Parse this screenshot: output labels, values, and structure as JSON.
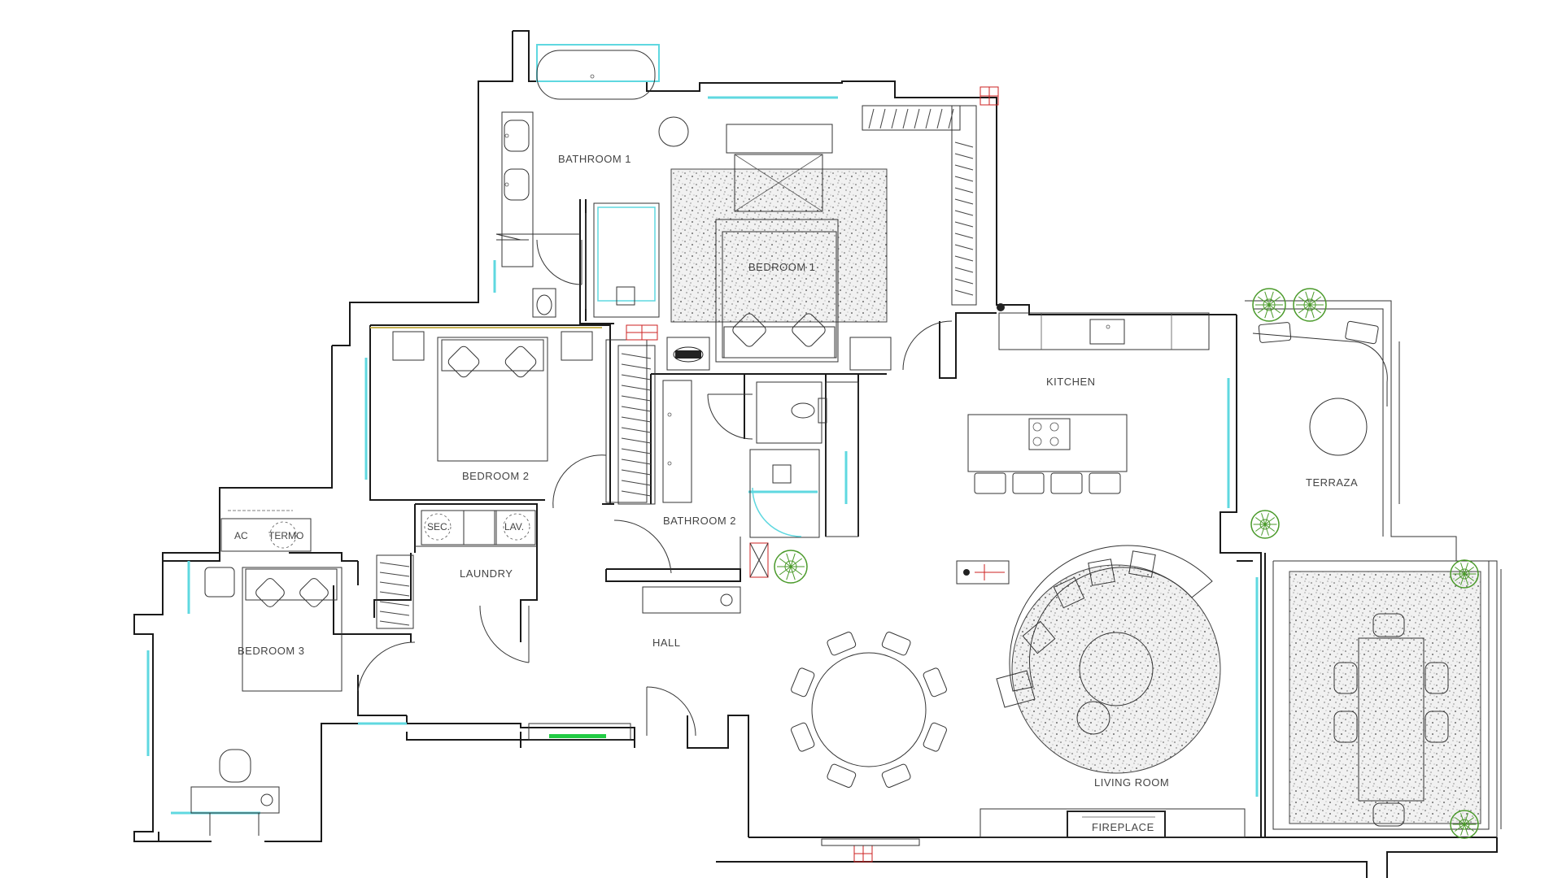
{
  "colors": {
    "wall": "#1a1a1a",
    "window": "#5fd8e0",
    "rug_fill": "#e6e6e6",
    "plant": "#4a9a2a",
    "accent_red": "#cc2222",
    "green_bar": "#22cc44"
  },
  "rooms": {
    "bathroom1": "BATHROOM 1",
    "bedroom1": "BEDROOM 1",
    "bedroom2": "BEDROOM 2",
    "bedroom3": "BEDROOM 3",
    "bathroom2": "BATHROOM 2",
    "laundry": "LAUNDRY",
    "kitchen": "KITCHEN",
    "terraza": "TERRAZA",
    "hall": "HALL",
    "living_room": "LIVING ROOM",
    "fireplace": "FIREPLACE"
  },
  "fixtures": {
    "ac": "AC",
    "termo": "TERMO",
    "sec": "SEC.",
    "lav": "LAV."
  },
  "icons": [
    "plant-icon",
    "bed-icon",
    "toilet-icon",
    "sink-icon",
    "bathtub-icon",
    "stove-icon",
    "pillow-icon"
  ]
}
